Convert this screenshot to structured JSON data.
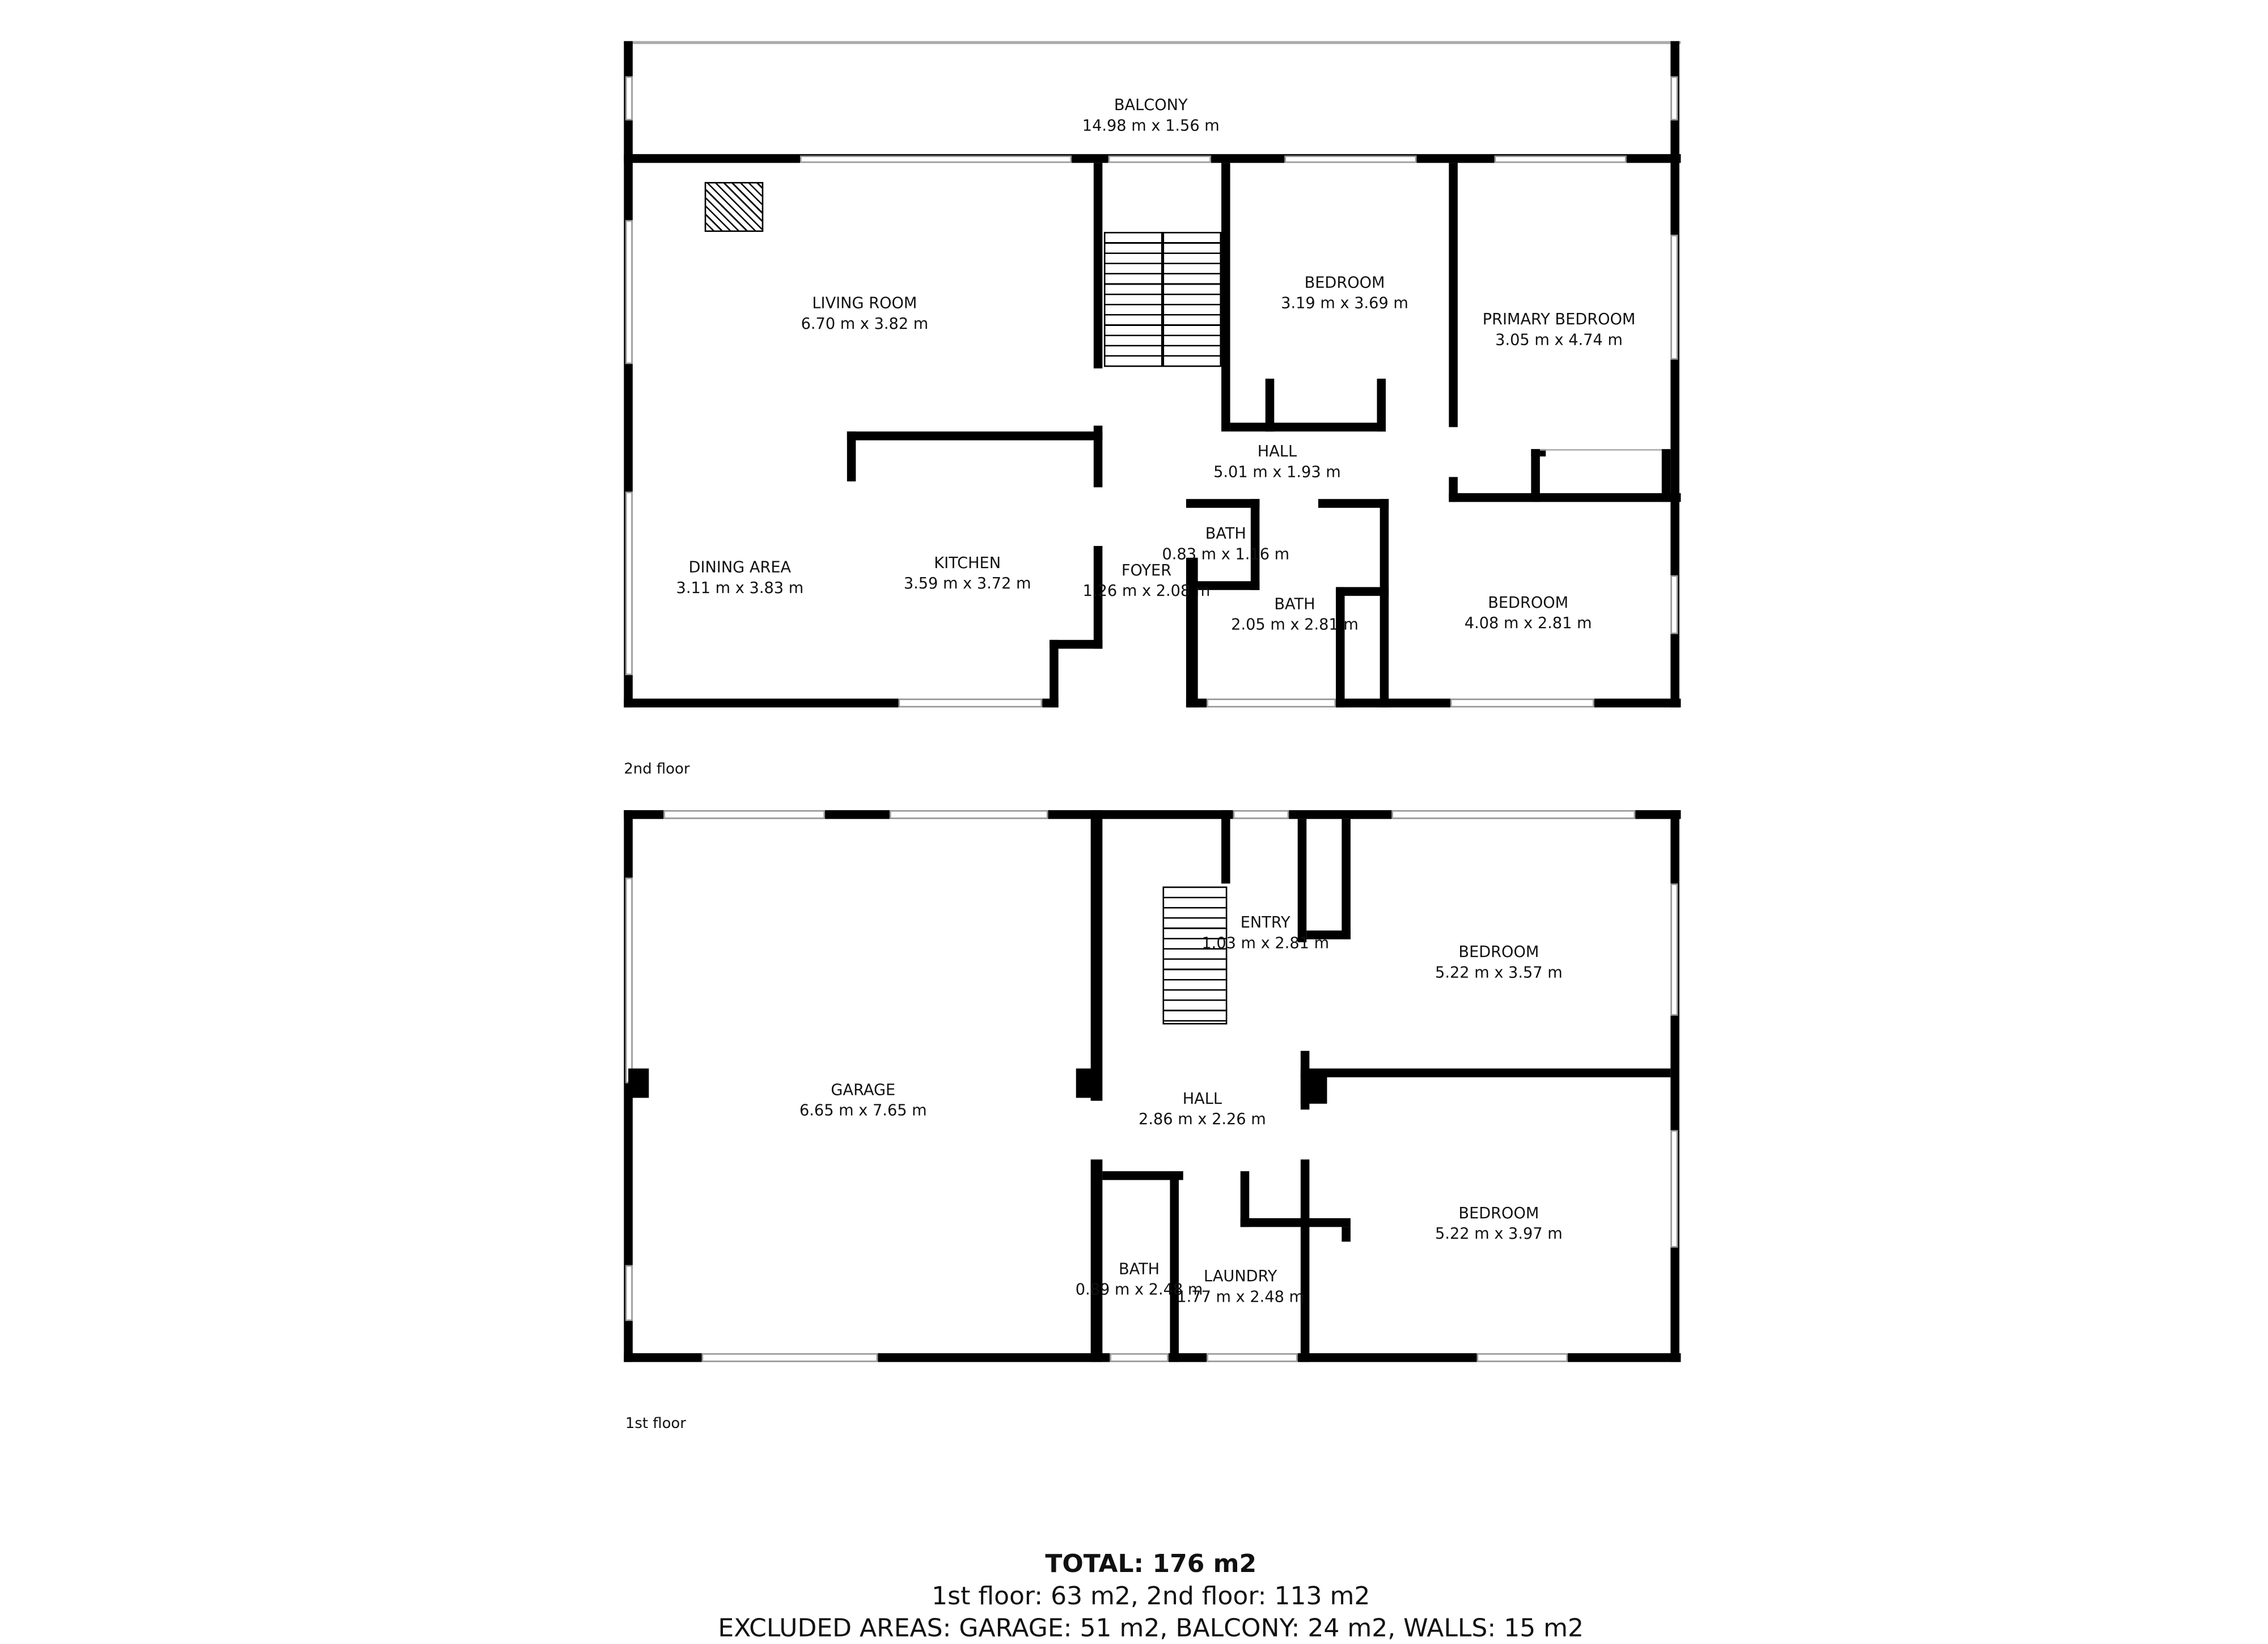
{
  "floors": [
    {
      "name": "2nd floor",
      "rooms": [
        {
          "name": "BALCONY",
          "dims": "14.98 m x 1.56 m"
        },
        {
          "name": "LIVING ROOM",
          "dims": "6.70 m x 3.82 m"
        },
        {
          "name": "BEDROOM",
          "dims": "3.19 m x 3.69 m"
        },
        {
          "name": "PRIMARY BEDROOM",
          "dims": "3.05 m x 4.74 m"
        },
        {
          "name": "HALL",
          "dims": "5.01 m x 1.93 m"
        },
        {
          "name": "BATH",
          "dims": "0.83 m x 1.16 m"
        },
        {
          "name": "DINING AREA",
          "dims": "3.11 m x 3.83 m"
        },
        {
          "name": "KITCHEN",
          "dims": "3.59 m x 3.72 m"
        },
        {
          "name": "FOYER",
          "dims": "1.26 m x 2.08 m"
        },
        {
          "name": "BATH",
          "dims": "2.05 m x 2.81 m"
        },
        {
          "name": "BEDROOM",
          "dims": "4.08 m x 2.81 m"
        }
      ]
    },
    {
      "name": "1st floor",
      "rooms": [
        {
          "name": "ENTRY",
          "dims": "1.03 m x 2.81 m"
        },
        {
          "name": "BEDROOM",
          "dims": "5.22 m x 3.57 m"
        },
        {
          "name": "GARAGE",
          "dims": "6.65 m x 7.65 m"
        },
        {
          "name": "HALL",
          "dims": "2.86 m x 2.26 m"
        },
        {
          "name": "BEDROOM",
          "dims": "5.22 m x 3.97 m"
        },
        {
          "name": "BATH",
          "dims": "0.89 m x 2.48 m"
        },
        {
          "name": "LAUNDRY",
          "dims": "1.77 m x 2.48 m"
        }
      ]
    }
  ],
  "summary": {
    "total": "TOTAL: 176 m2",
    "floors": "1st floor: 63 m2, 2nd floor: 113 m2",
    "excluded": "EXCLUDED AREAS: GARAGE: 51 m2, BALCONY: 24 m2, WALLS: 15 m2"
  },
  "colors": {
    "walls": "#000000",
    "background": "#ffffff"
  }
}
